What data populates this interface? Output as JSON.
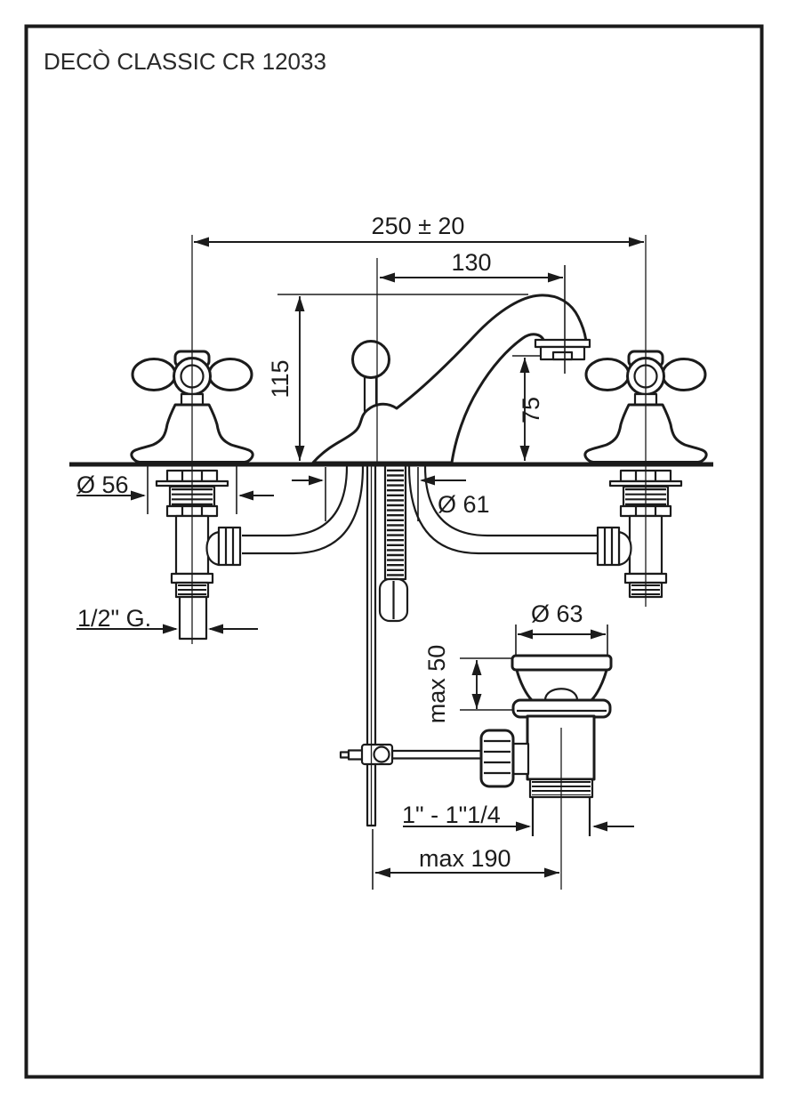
{
  "page": {
    "title": "DECÒ CLASSIC CR 12033"
  },
  "diagram": {
    "type": "technical-drawing",
    "subject": "3-hole basin mixer with cross handles and pop-up waste",
    "dimensions": {
      "spread": "250 ± 20",
      "spout_reach": "130",
      "spout_height": "115",
      "outlet_height": "75",
      "handle_base_diameter": "Ø 56",
      "body_base_diameter": "Ø 61",
      "inlet_thread": "1/2\" G.",
      "waste_flange_diameter": "Ø 63",
      "max_deck_thickness": "max 50",
      "waste_thread": "1\" - 1\"1/4",
      "max_rod_reach": "max 190"
    }
  }
}
